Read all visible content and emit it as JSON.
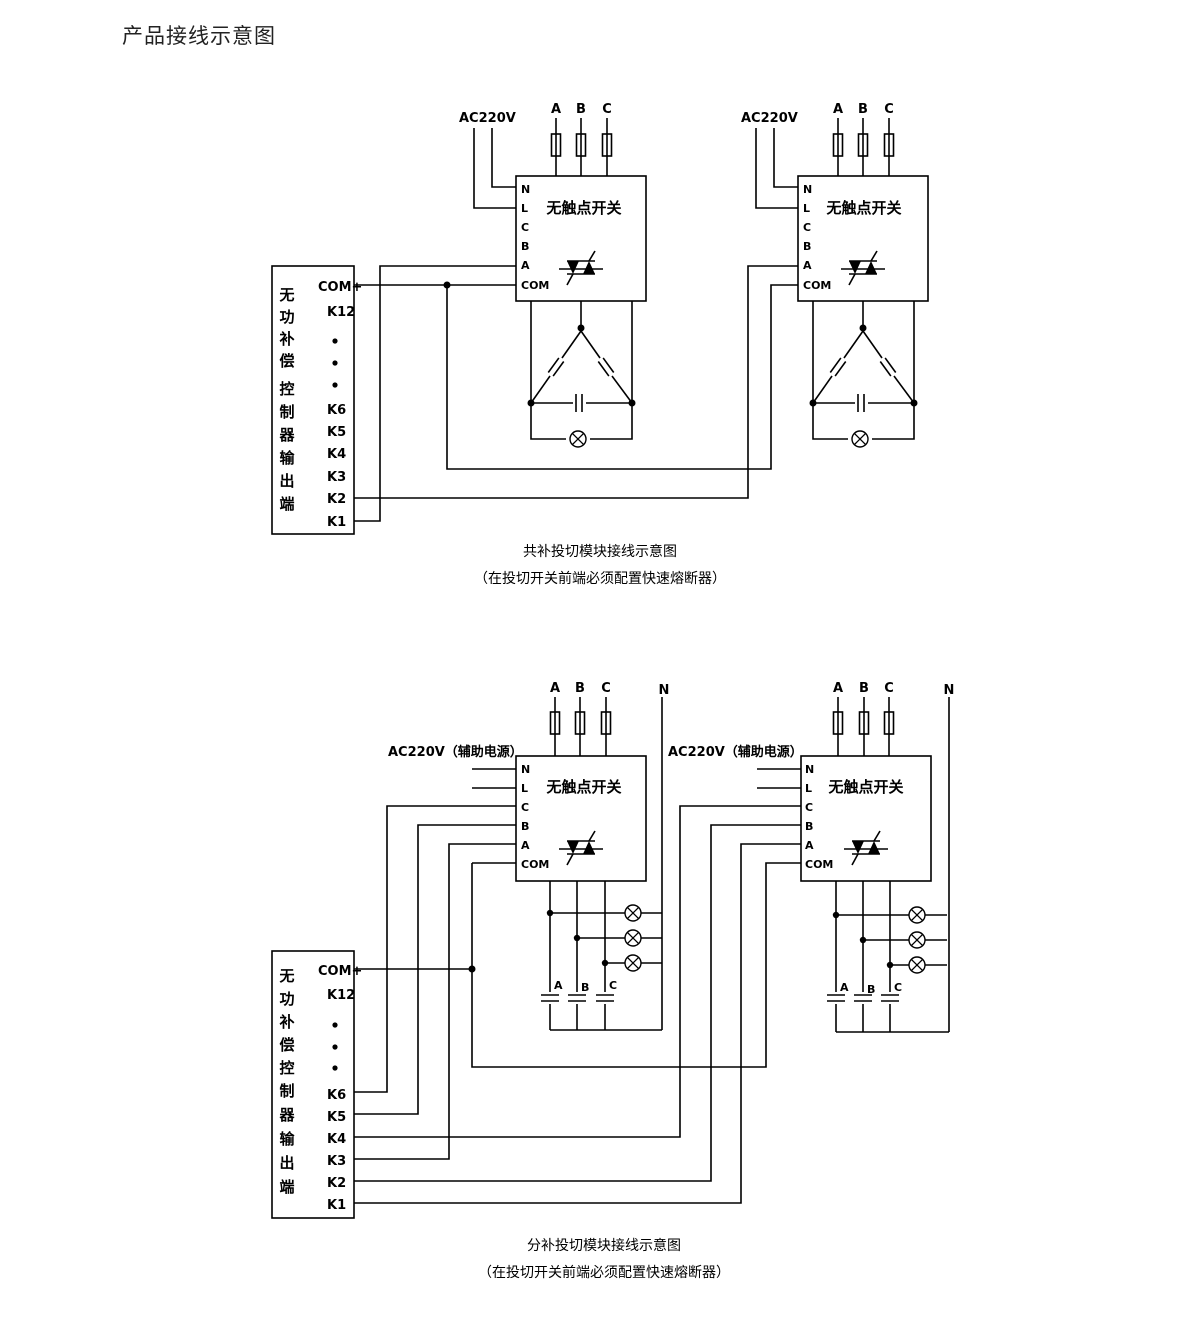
{
  "page_title": "产品接线示意图",
  "labels": {
    "ac220v": "AC220V",
    "ac220v_aux": "AC220V（辅助电源）",
    "switch_title": "无触点开关",
    "phase_a": "A",
    "phase_b": "B",
    "phase_c": "C",
    "neutral": "N",
    "pin_n": "N",
    "pin_l": "L",
    "pin_c": "C",
    "pin_b": "B",
    "pin_a": "A",
    "pin_com": "COM",
    "controller_chars": [
      "无",
      "功",
      "补",
      "偿",
      "控",
      "制",
      "器",
      "输",
      "出",
      "端"
    ],
    "com_plus": "COM+",
    "k12": "K12",
    "k6": "K6",
    "k5": "K5",
    "k4": "K4",
    "k3": "K3",
    "k2": "K2",
    "k1": "K1"
  },
  "diagram1": {
    "caption": "共补投切模块接线示意图",
    "note": "（在投切开关前端必须配置快速熔断器）"
  },
  "diagram2": {
    "caption": "分补投切模块接线示意图",
    "note": "（在投切开关前端必须配置快速熔断器）"
  }
}
